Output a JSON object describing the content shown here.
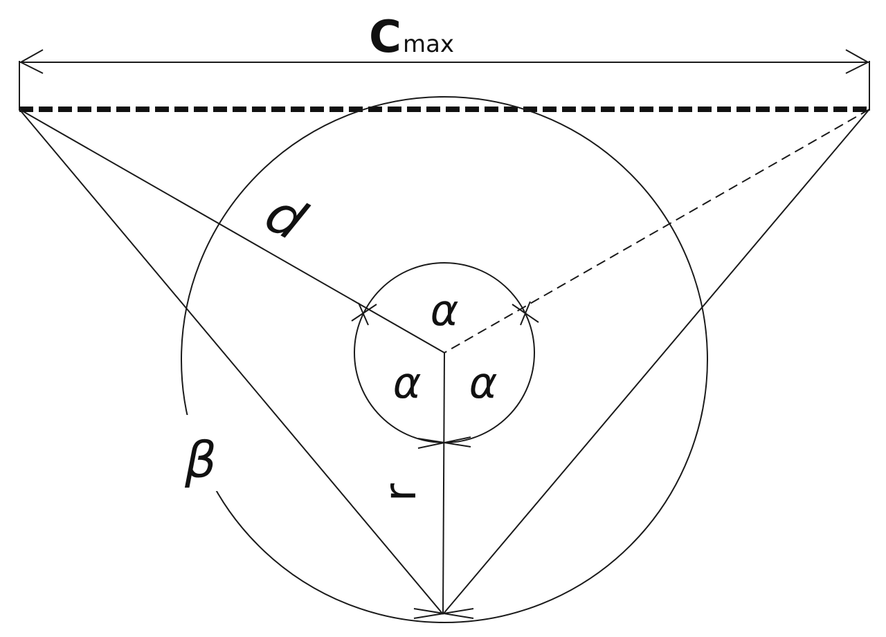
{
  "labels": {
    "c_main": "C",
    "c_sub": "max",
    "d": "d",
    "r": "r",
    "beta": "β",
    "alpha_top": "α",
    "alpha_left": "α",
    "alpha_right": "α"
  },
  "colors": {
    "line": "#1a1a1a",
    "background": "#ffffff"
  }
}
